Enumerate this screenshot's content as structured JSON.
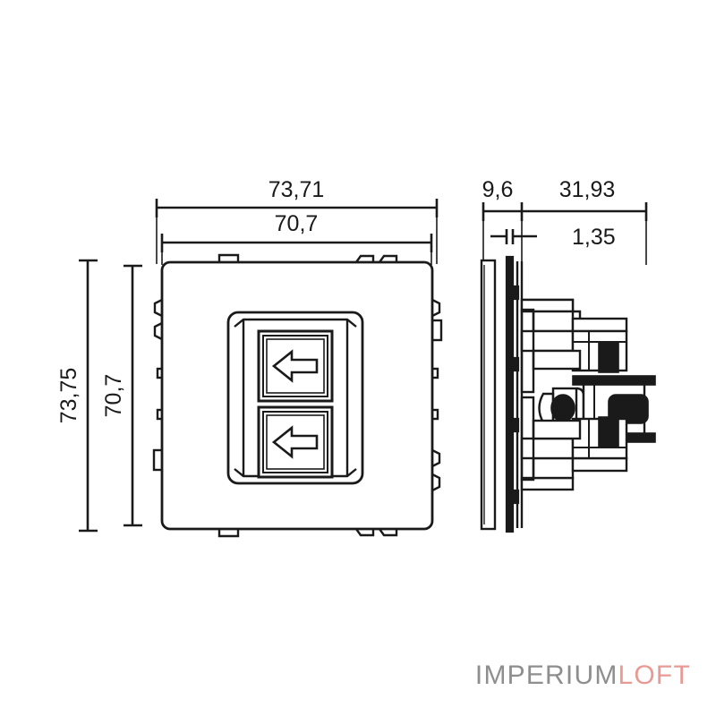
{
  "drawing": {
    "title": "Fiber optic double socket outlet - dimensioned technical drawing",
    "units": "mm",
    "decimal_separator": ",",
    "line_color": "#1a1a1a",
    "background": "#ffffff",
    "dimensions": {
      "front_width_outer": "73,71",
      "front_width_inner": "70,7",
      "front_height_outer": "73,75",
      "front_height_inner": "70,7",
      "side_faceplate_offset": "9,6",
      "side_body_depth": "31,93",
      "side_plate_thickness": "1,35"
    },
    "views": {
      "front": {
        "name": "front-view",
        "ports": [
          {
            "label": "port-upper",
            "icon": "left-arrow-icon"
          },
          {
            "label": "port-lower",
            "icon": "left-arrow-icon"
          }
        ]
      },
      "side": {
        "name": "side-view"
      }
    }
  },
  "watermark": {
    "primary": "IMPERIUM",
    "secondary": "LOFT",
    "primary_color": "#8e8e8e",
    "secondary_color": "#e99a95"
  }
}
